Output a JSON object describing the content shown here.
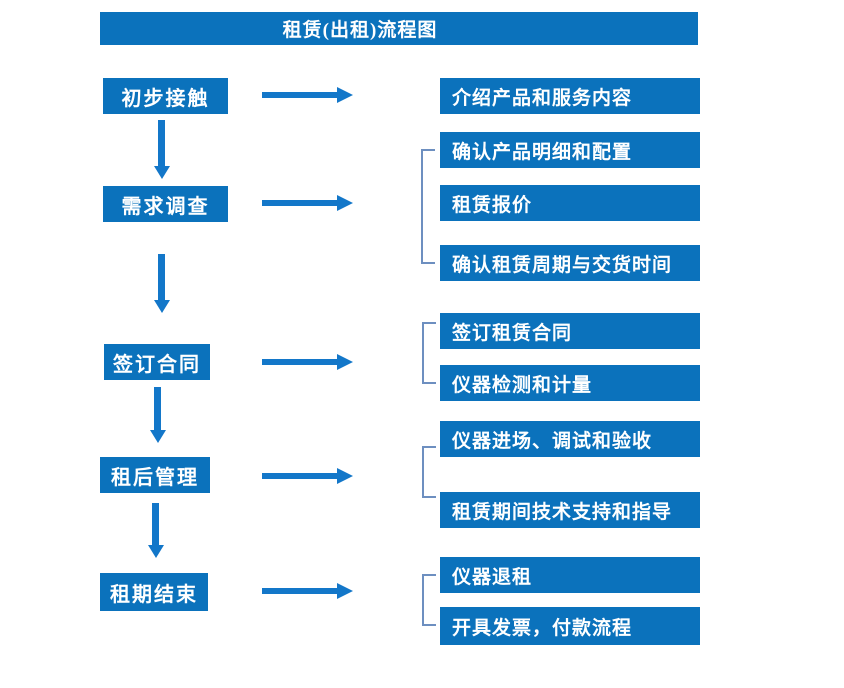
{
  "title": "租赁(出租)流程图",
  "colors": {
    "primary_blue": "#0b72bc",
    "arrow_blue": "#1377c9",
    "bracket_blue": "#6d8fc0",
    "text": "#ffffff"
  },
  "steps": [
    {
      "label": "初步接触",
      "outputs": [
        "介绍产品和服务内容"
      ]
    },
    {
      "label": "需求调查",
      "outputs": [
        "确认产品明细和配置",
        "租赁报价",
        "确认租赁周期与交货时间"
      ]
    },
    {
      "label": "签订合同",
      "outputs": [
        "签订租赁合同",
        "仪器检测和计量"
      ]
    },
    {
      "label": "租后管理",
      "outputs": [
        "仪器进场、调试和验收",
        "租赁期间技术支持和指导"
      ]
    },
    {
      "label": "租期结束",
      "outputs": [
        "仪器退租",
        "开具发票，付款流程"
      ]
    }
  ]
}
